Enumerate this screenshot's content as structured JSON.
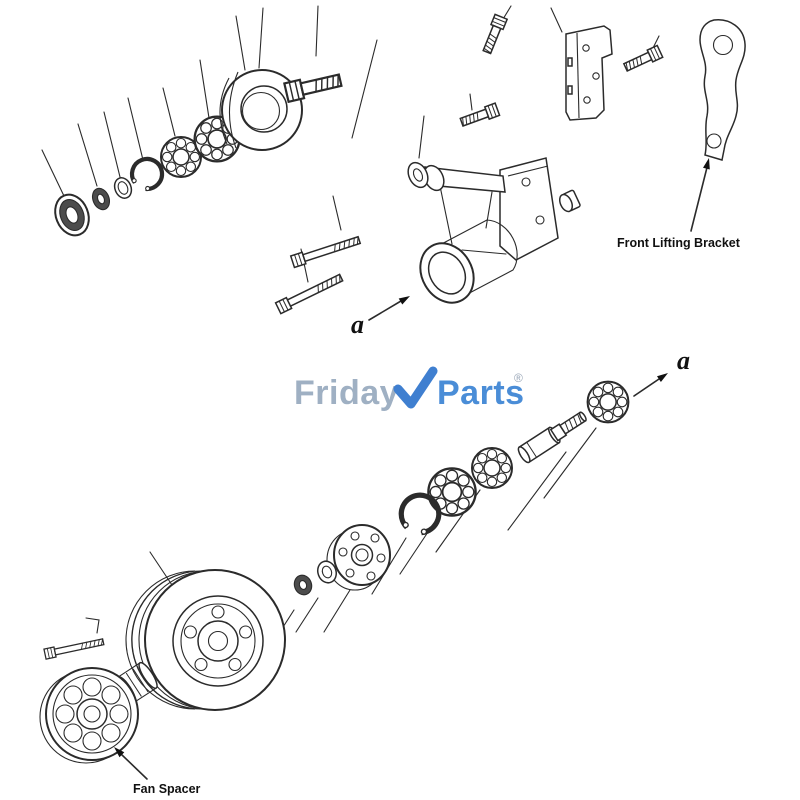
{
  "canvas": {
    "background": "#ffffff",
    "line_color": "#2b2b2b"
  },
  "watermark": {
    "friday": "Friday",
    "parts": "Parts",
    "registered": "®",
    "friday_color": "#9fb0c3",
    "parts_color": "#4a8dd7",
    "check_color": "#3f7fd0"
  },
  "labels": {
    "front_lifting_bracket": "Front Lifting Bracket",
    "fan_spacer": "Fan Spacer",
    "section_a_top": "a",
    "section_a_bottom": "a"
  }
}
